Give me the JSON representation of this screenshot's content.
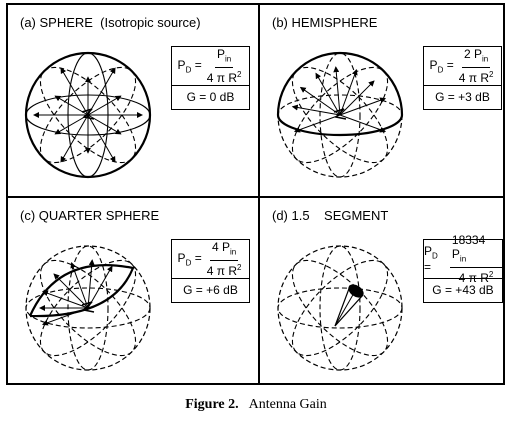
{
  "panels": [
    {
      "title": "(a) SPHERE  (Isotropic source)",
      "formula": {
        "lhs": "P",
        "lhs_sub": "D",
        "eq": "=",
        "num": "P",
        "num_sub": "in",
        "num_prefix": "",
        "den": "4 π R",
        "den_sup": "2"
      },
      "gain": "G = 0 dB",
      "shape": "sphere"
    },
    {
      "title": "(b) HEMISPHERE",
      "formula": {
        "lhs": "P",
        "lhs_sub": "D",
        "eq": "=",
        "num": "P",
        "num_sub": "in",
        "num_prefix": "2 ",
        "den": "4 π R",
        "den_sup": "2"
      },
      "gain": "G = +3 dB",
      "shape": "hemisphere"
    },
    {
      "title": "(c) QUARTER SPHERE",
      "formula": {
        "lhs": "P",
        "lhs_sub": "D",
        "eq": "=",
        "num": "P",
        "num_sub": "in",
        "num_prefix": "4 ",
        "den": "4 π R",
        "den_sup": "2"
      },
      "gain": "G = +6 dB",
      "shape": "quarter"
    },
    {
      "title": "(d) 1.5    SEGMENT",
      "formula": {
        "lhs": "P",
        "lhs_sub": "D",
        "eq": "=",
        "num": "P",
        "num_sub": "in",
        "num_prefix": "18334 ",
        "den": "4 π R",
        "den_sup": "2"
      },
      "gain": "G = +43 dB",
      "shape": "segment"
    }
  ],
  "caption": {
    "label": "Figure 2.",
    "text": "Antenna Gain"
  }
}
